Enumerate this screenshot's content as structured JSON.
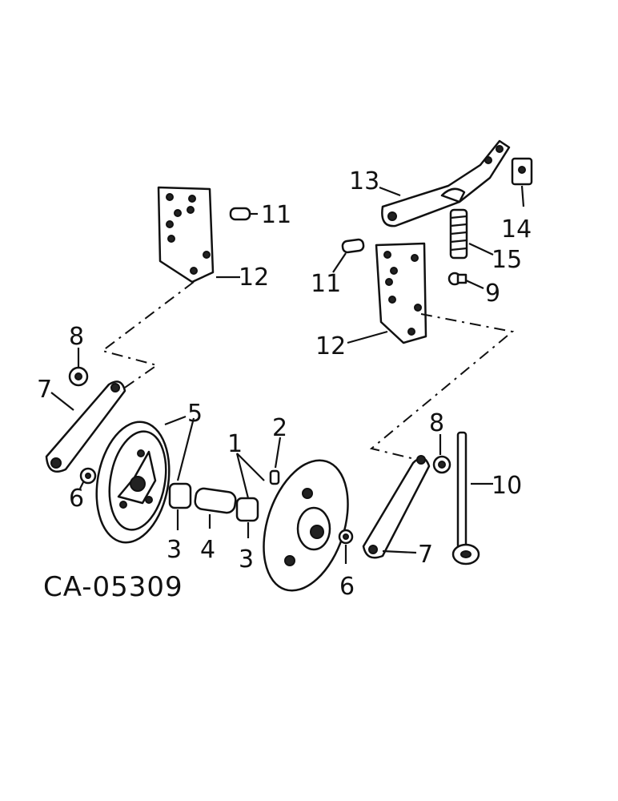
{
  "figure_code": "CA-05309",
  "callouts": {
    "c1": "1",
    "c2": "2",
    "c3a": "3",
    "c3b": "3",
    "c4": "4",
    "c5": "5",
    "c6a": "6",
    "c6b": "6",
    "c7a": "7",
    "c7b": "7",
    "c8a": "8",
    "c8b": "8",
    "c9": "9",
    "c10": "10",
    "c11a": "11",
    "c11b": "11",
    "c12a": "12",
    "c12b": "12",
    "c13": "13",
    "c14": "14",
    "c15": "15"
  }
}
